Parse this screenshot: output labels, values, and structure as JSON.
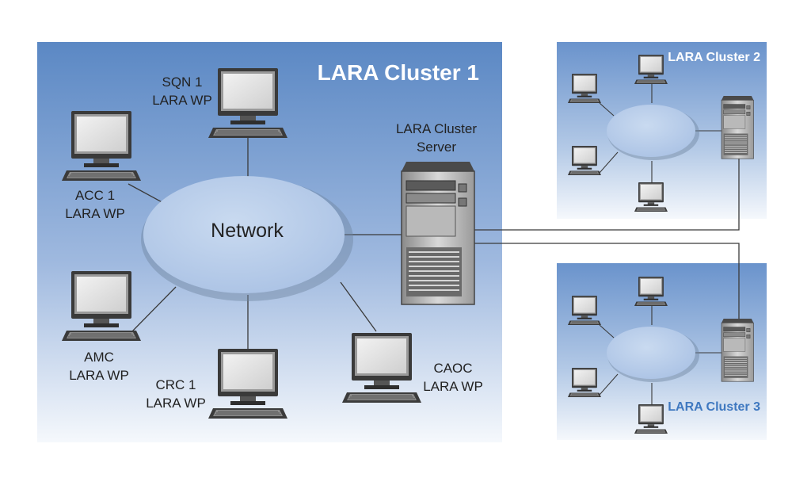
{
  "cluster1": {
    "title": "LARA Cluster 1",
    "network_label": "Network",
    "server_label": [
      "LARA Cluster",
      "Server"
    ],
    "workstations": [
      {
        "line1": "SQN 1",
        "line2": "LARA WP"
      },
      {
        "line1": "ACC 1",
        "line2": "LARA WP"
      },
      {
        "line1": "AMC",
        "line2": "LARA WP"
      },
      {
        "line1": "CRC 1",
        "line2": "LARA WP"
      },
      {
        "line1": "CAOC",
        "line2": "LARA WP"
      }
    ]
  },
  "cluster2": {
    "title": "LARA Cluster 2"
  },
  "cluster3": {
    "title": "LARA Cluster 3"
  },
  "colors": {
    "panel_top": "#5b88c4",
    "panel_bottom": "#f4f7fb",
    "network_ellipse": "#b9cdea",
    "cluster1_title": "#ffffff",
    "cluster2_title": "#ffffff",
    "cluster3_title": "#3f78c0",
    "link_line": "#3a3a3a"
  },
  "icons": {
    "workstation": "computer-monitor-keyboard-icon",
    "server": "tower-server-icon"
  }
}
